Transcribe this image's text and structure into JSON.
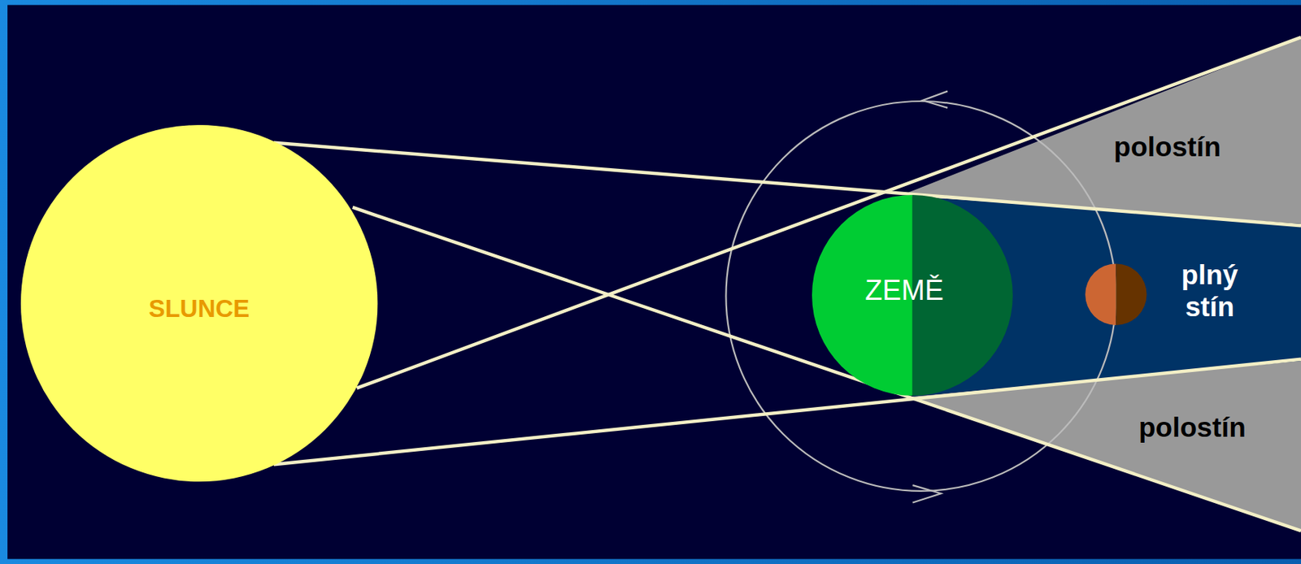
{
  "diagram": {
    "nodes": [
      {
        "text": [
          "SLUNCE"
        ]
      },
      {
        "text": [
          "ZEMĚ"
        ]
      }
    ],
    "labels": [
      "polostín",
      "plný stín",
      "polostín"
    ]
  }
}
